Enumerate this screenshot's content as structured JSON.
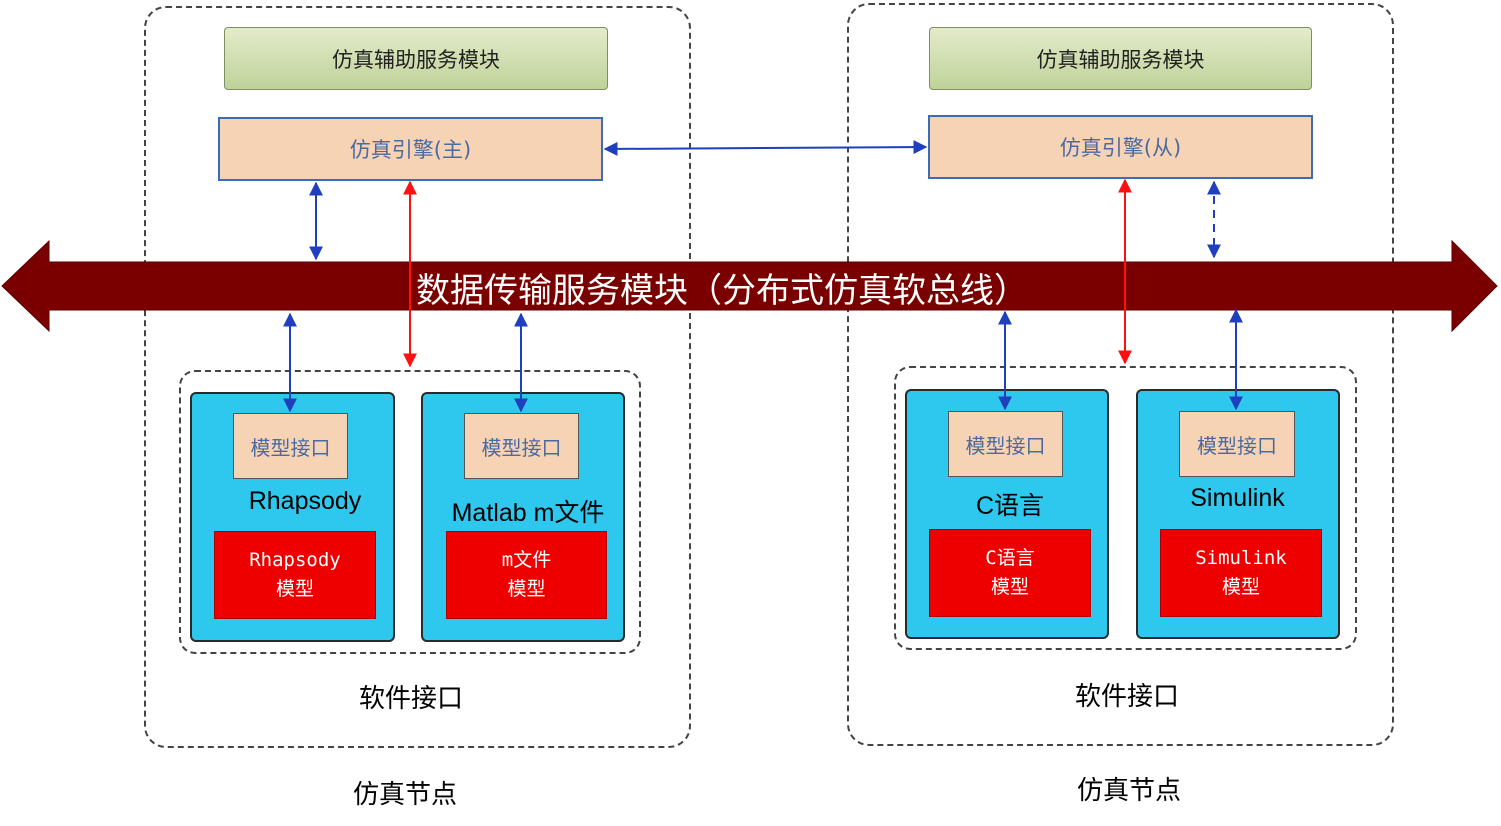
{
  "bus": {
    "label": "数据传输服务模块（分布式仿真软总线）"
  },
  "nodes": [
    {
      "aux_label": "仿真辅助服务模块",
      "engine_label": "仿真引擎(主)",
      "software_interface_label": "软件接口",
      "node_label": "仿真节点",
      "models": [
        {
          "interface_label": "模型接口",
          "name": "Rhapsody",
          "red_line1": "Rhapsody",
          "red_line2": "模型"
        },
        {
          "interface_label": "模型接口",
          "name": "Matlab m文件",
          "red_line1": "m文件",
          "red_line2": "模型"
        }
      ]
    },
    {
      "aux_label": "仿真辅助服务模块",
      "engine_label": "仿真引擎(从)",
      "software_interface_label": "软件接口",
      "node_label": "仿真节点",
      "models": [
        {
          "interface_label": "模型接口",
          "name": "C语言",
          "red_line1": "C语言",
          "red_line2": "模型"
        },
        {
          "interface_label": "模型接口",
          "name": "Simulink",
          "red_line1": "Simulink",
          "red_line2": "模型"
        }
      ]
    }
  ],
  "colors": {
    "bus": "#7a0000",
    "blue_arrow": "#1f3fbf",
    "red_arrow": "#ff1010"
  }
}
